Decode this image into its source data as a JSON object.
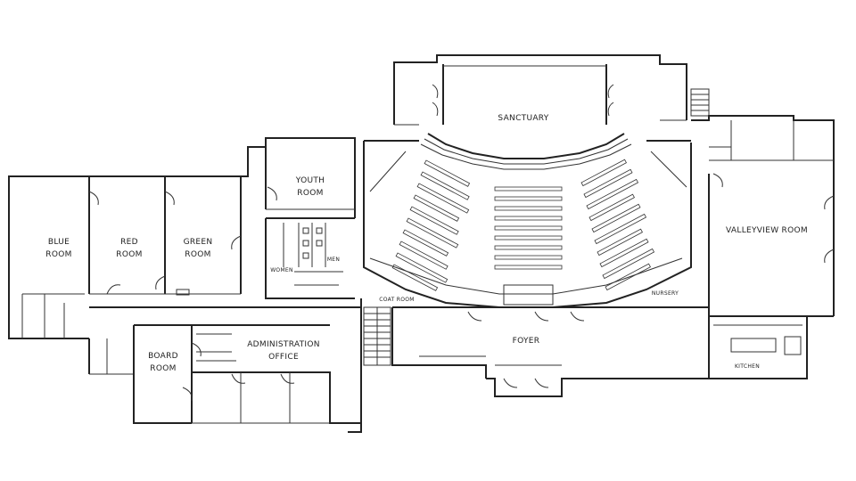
{
  "rooms": {
    "sanctuary": "SANCTUARY",
    "youth_room": [
      "YOUTH",
      "ROOM"
    ],
    "blue_room": [
      "BLUE",
      "ROOM"
    ],
    "red_room": [
      "RED",
      "ROOM"
    ],
    "green_room": [
      "GREEN",
      "ROOM"
    ],
    "valleyview_room": "VALLEYVIEW ROOM",
    "women": "WOMEN",
    "men": "MEN",
    "coat_room": "COAT ROOM",
    "nursery": "NURSERY",
    "foyer": "FOYER",
    "administration_office": [
      "ADMINISTRATION",
      "OFFICE"
    ],
    "board_room": [
      "BOARD",
      "ROOM"
    ],
    "kitchen": "KITCHEN"
  }
}
